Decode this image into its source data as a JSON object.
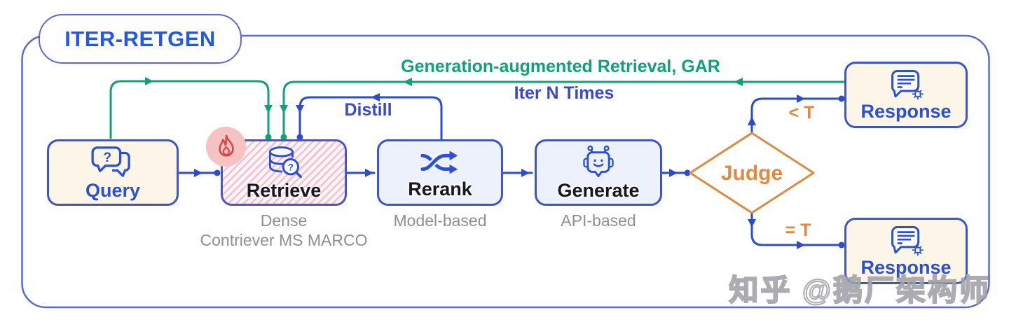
{
  "title": "ITER-RETGEN",
  "watermark": "知乎 @鹅厂架构师",
  "nodes": {
    "query": {
      "label": "Query",
      "icon_mark": "?"
    },
    "retrieve": {
      "label": "Retrieve",
      "subline1": "Dense",
      "subline2": "Contriever MS MARCO",
      "icon_mark": "?"
    },
    "rerank": {
      "label": "Rerank",
      "sublabel": "Model-based"
    },
    "generate": {
      "label": "Generate",
      "sublabel": "API-based"
    },
    "judge": {
      "label": "Judge"
    },
    "response_top": {
      "label": "Response"
    },
    "response_bottom": {
      "label": "Response"
    }
  },
  "edges": {
    "gar": "Generation-augmented Retrieval, GAR",
    "iter": "Iter N Times",
    "distill": "Distill",
    "less_than_t": "< T",
    "equals_t": "= T"
  },
  "colors": {
    "blue_line": "#2b4bd0",
    "green_line": "#12a079",
    "orange": "#e2873d",
    "box_border_blue": "#3d55cc",
    "cream_fill": "#fdf5e7",
    "light_blue_fill": "#edf1fb",
    "hatch_pink": "#f2c0ce",
    "label_gray": "#8e8e96",
    "title_blue": "#2158e8",
    "dark_text": "#17171f",
    "fire_circle": "#f6c3c3",
    "fire_flame": "#d84848"
  }
}
